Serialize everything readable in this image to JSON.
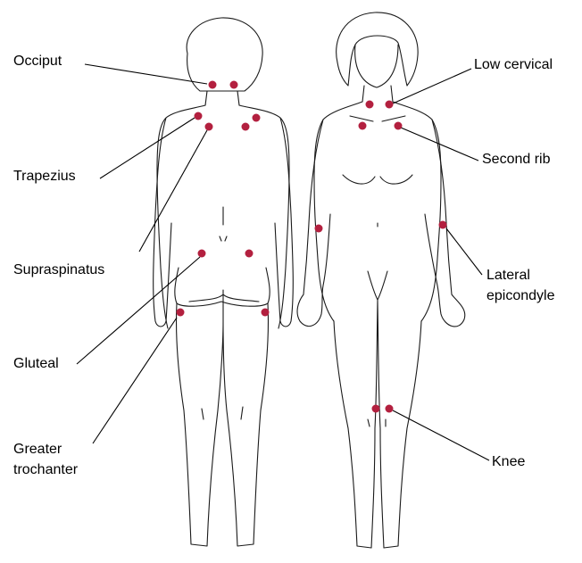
{
  "labels": {
    "occiput": "Occiput",
    "trapezius": "Trapezius",
    "supraspinatus": "Supraspinatus",
    "gluteal": "Gluteal",
    "greater_trochanter_1": "Greater",
    "greater_trochanter_2": "trochanter",
    "low_cervical": "Low cervical",
    "second_rib": "Second rib",
    "lateral_epicondyle_1": "Lateral",
    "lateral_epicondyle_2": "epicondyle",
    "knee": "Knee"
  },
  "colors": {
    "tender_point": "#b3203f",
    "outline": "#1a1a1a",
    "background": "#ffffff"
  }
}
